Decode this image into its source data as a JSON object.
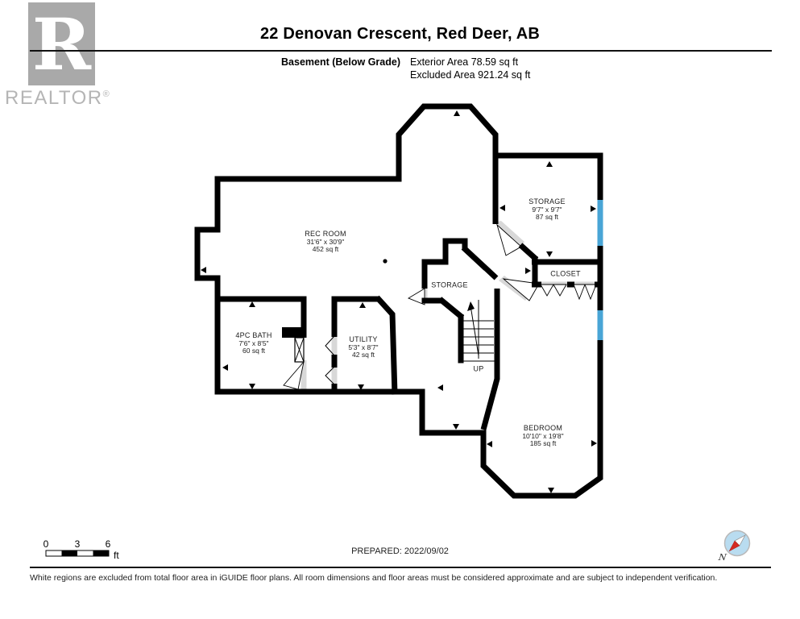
{
  "header": {
    "title": "22 Denovan Crescent, Red Deer, AB",
    "floor_label": "Basement (Below Grade)",
    "exterior_area": "Exterior Area 78.59 sq ft",
    "excluded_area": "Excluded Area 921.24 sq ft"
  },
  "logo": {
    "letter": "R",
    "wordmark": "REALTOR",
    "registered": "®"
  },
  "rooms": {
    "rec_room": {
      "name": "REC ROOM",
      "dims": "31'6\" x 30'9\"",
      "area": "452 sq ft"
    },
    "storage": {
      "name": "STORAGE",
      "dims": "9'7\" x 9'7\"",
      "area": "87 sq ft"
    },
    "closet": {
      "name": "CLOSET"
    },
    "storage_small": {
      "name": "STORAGE"
    },
    "bath": {
      "name": "4PC BATH",
      "dims": "7'6\" x 8'5\"",
      "area": "60 sq ft"
    },
    "utility": {
      "name": "UTILITY",
      "dims": "5'3\" x 8'7\"",
      "area": "42 sq ft"
    },
    "bedroom": {
      "name": "BEDROOM",
      "dims": "10'10\" x 19'8\"",
      "area": "185 sq ft"
    },
    "stairs": {
      "label": "UP"
    }
  },
  "scale_bar": {
    "tick_0": "0",
    "tick_3": "3",
    "tick_6": "6",
    "unit": "ft"
  },
  "compass": {
    "north": "N"
  },
  "footer": {
    "prepared": "PREPARED: 2022/09/02",
    "disclaimer": "White regions are excluded from total floor area in iGUIDE floor plans. All room dimensions and floor areas must be considered approximate and are subject to independent verification."
  },
  "colors": {
    "wall": "#000000",
    "window_blue": "#49a5d6",
    "door_gray": "#d8d8d8",
    "logo_gray": "#a9a9a9"
  }
}
